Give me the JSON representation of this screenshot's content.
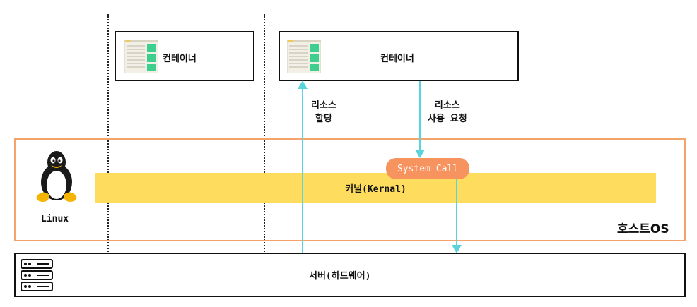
{
  "containers": [
    {
      "label": "컨테이너"
    },
    {
      "label": "컨테이너"
    }
  ],
  "arrows": {
    "allocate": "리소스\n할당",
    "request": "리소스\n사용 요청"
  },
  "system_call": "System Call",
  "kernel": "커널(Kernal)",
  "linux": "Linux",
  "host_os": "호스트OS",
  "server": "서버(하드웨어)",
  "colors": {
    "host_border": "#f4a46a",
    "kernel_fill": "#fedd5e",
    "system_call_fill": "#f7935e",
    "arrow": "#5ad3dc"
  }
}
